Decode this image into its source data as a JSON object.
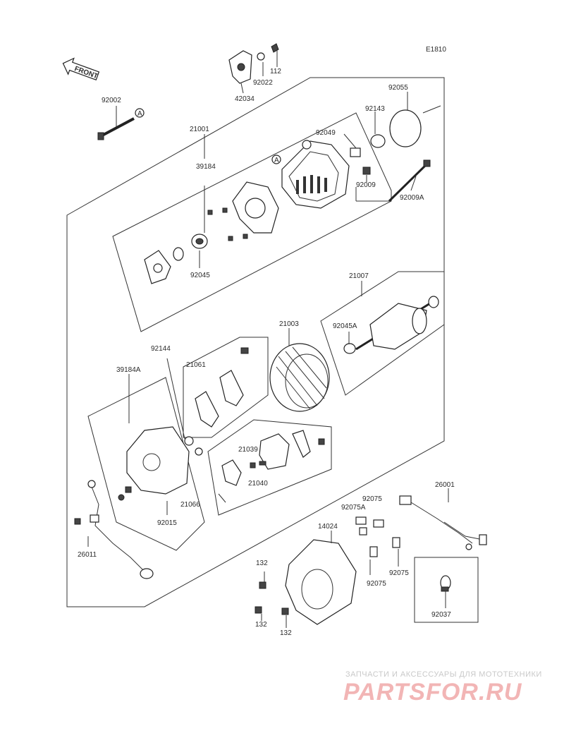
{
  "diagram_code": "E1810",
  "front_label": "FRONT",
  "labels": {
    "p112": "112",
    "p92022": "92022",
    "p42034": "42034",
    "p92002": "92002",
    "p21001": "21001",
    "p92055": "92055",
    "p92143": "92143",
    "p92049": "92049",
    "p39184": "39184",
    "p92009": "92009",
    "p92009A": "92009A",
    "p92045": "92045",
    "p21007": "21007",
    "p92045A": "92045A",
    "p21003": "21003",
    "p92144": "92144",
    "p21061": "21061",
    "p39184A": "39184A",
    "p21039": "21039",
    "p21040": "21040",
    "p21066": "21066",
    "p92015": "92015",
    "p26011": "26011",
    "p14024": "14024",
    "p92075A": "92075A",
    "p92075a": "92075",
    "p92075b": "92075",
    "p92075c": "92075",
    "p26001": "26001",
    "p132a": "132",
    "p132b": "132",
    "p132c": "132",
    "p92037": "92037",
    "refA1": "A",
    "refA2": "A"
  },
  "watermark": {
    "tagline": "ЗАПЧАСТИ И АКСЕССУАРЫ ДЛЯ МОТОТЕХНИКИ",
    "brand": "PARTSFOR.RU"
  }
}
